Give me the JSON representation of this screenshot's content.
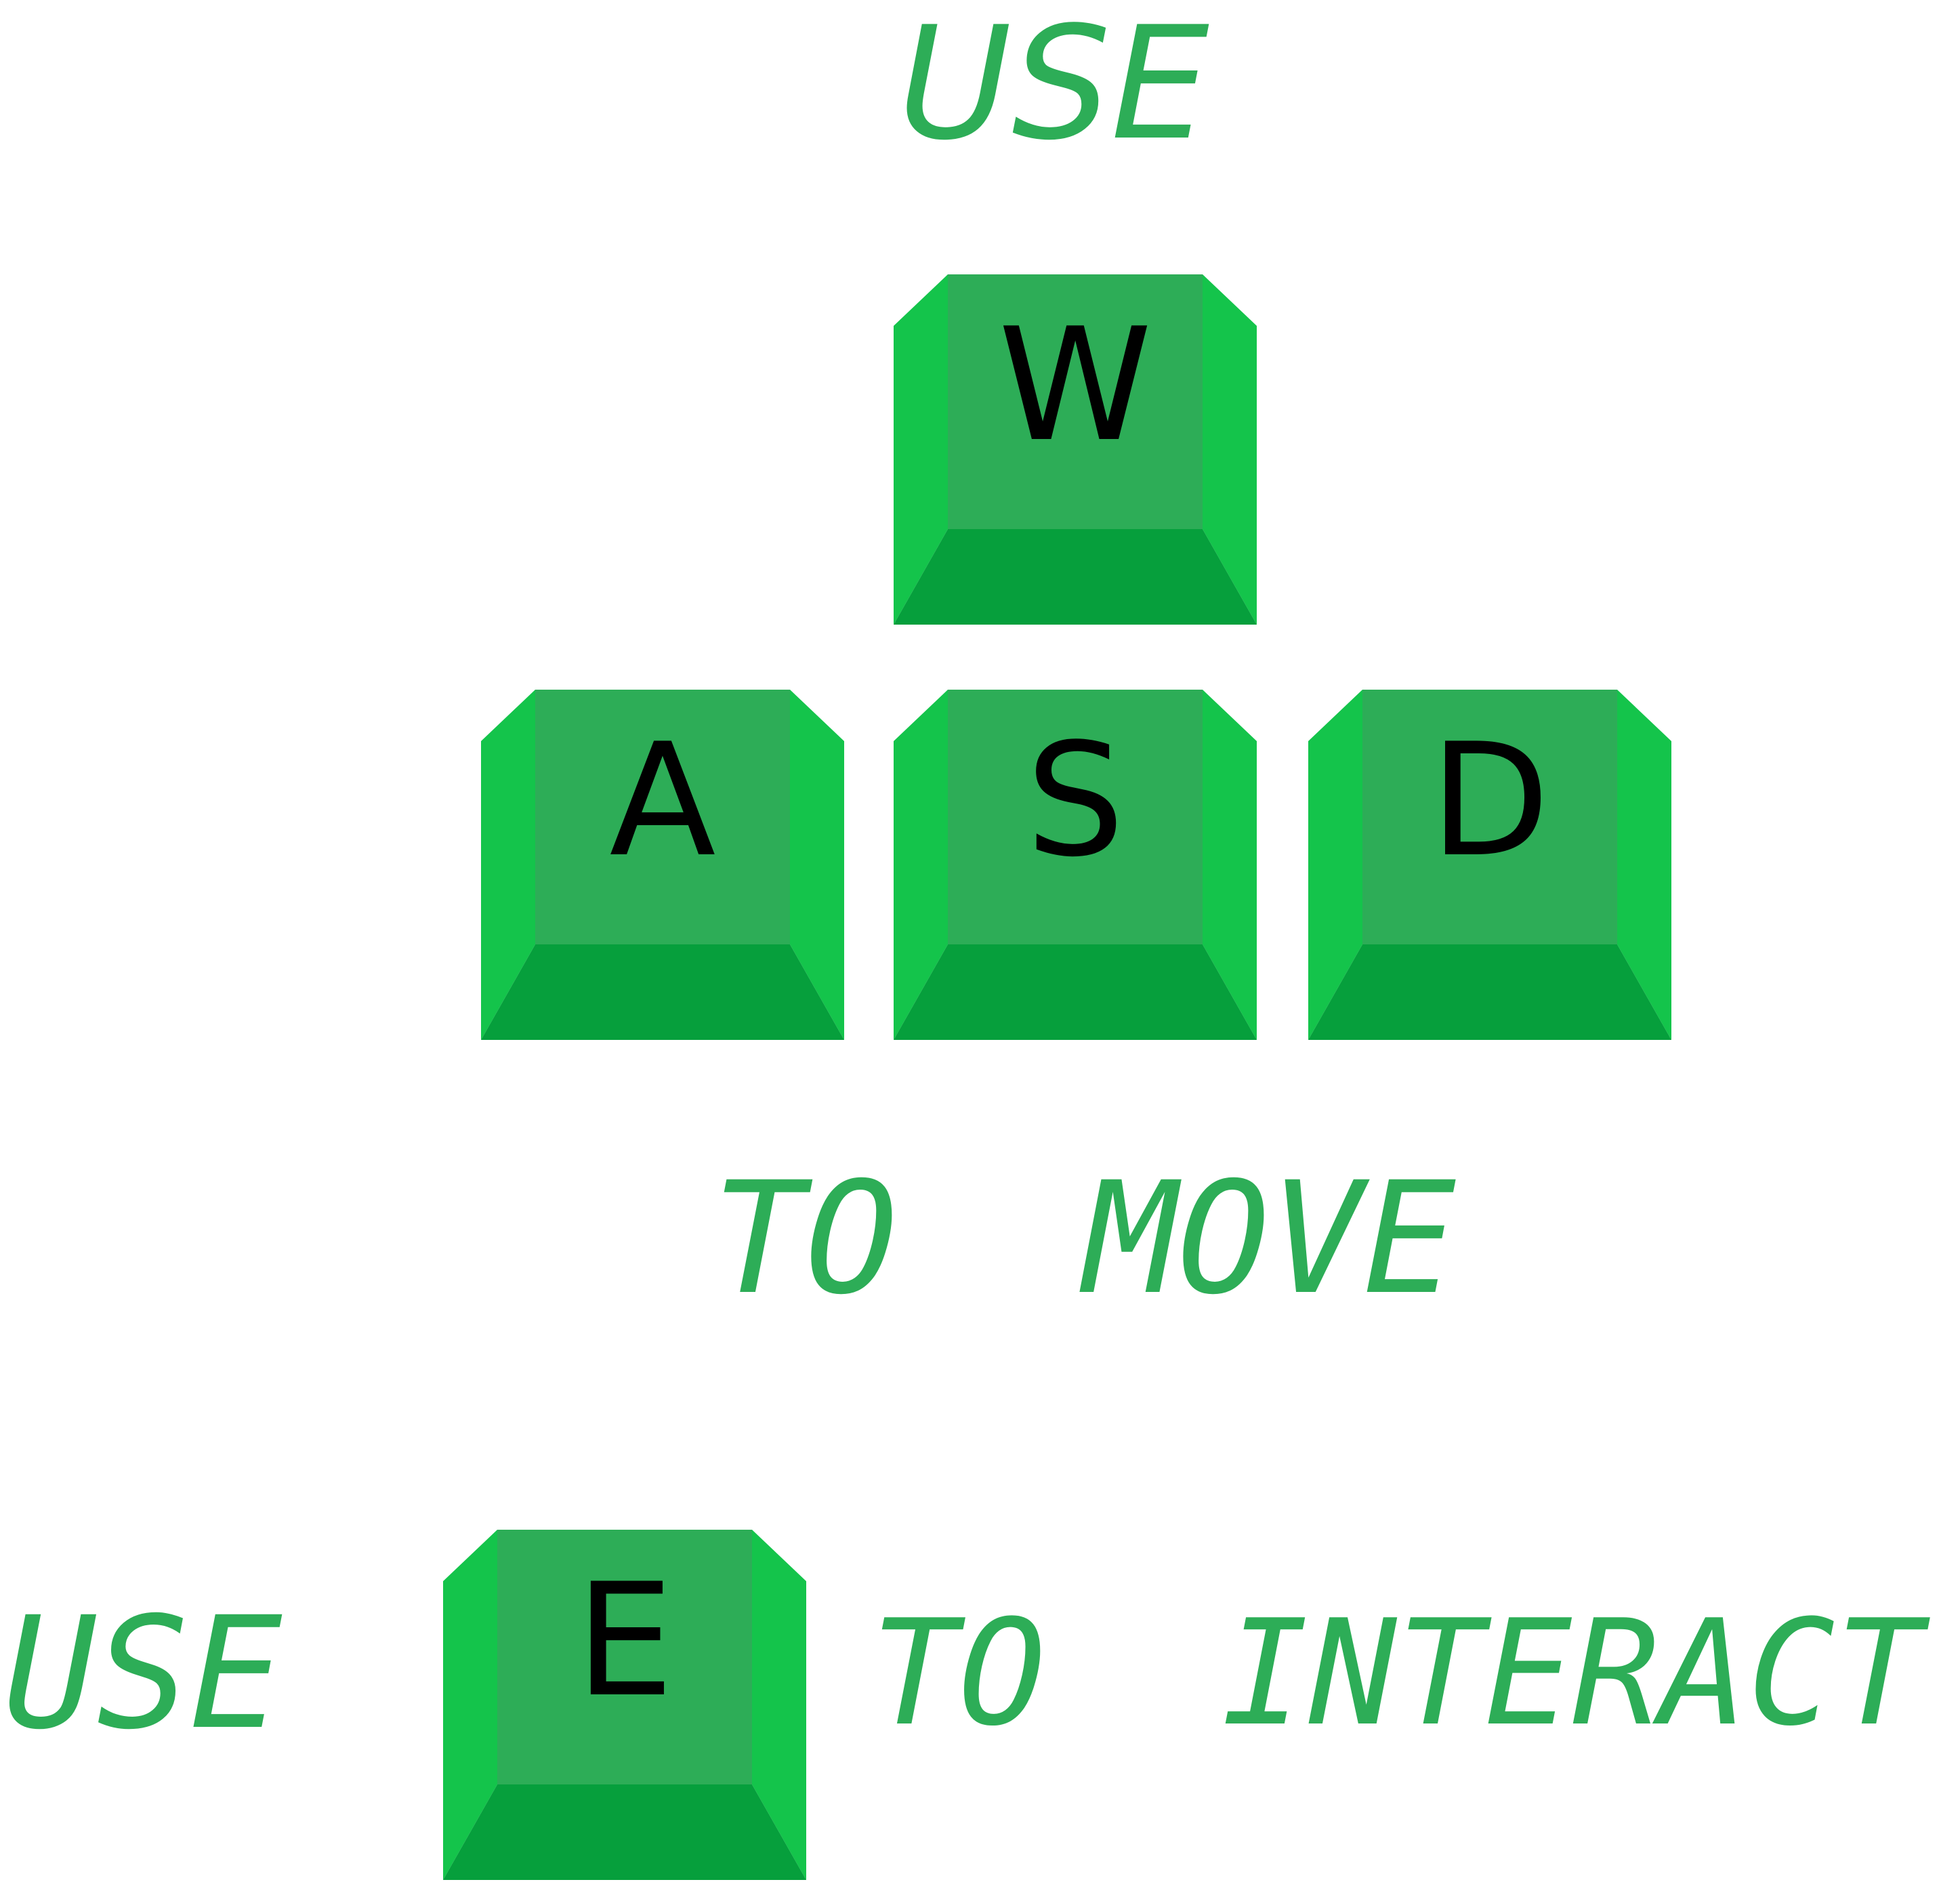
{
  "colors": {
    "text": "#2DAD57",
    "key_top": "#2DAD57",
    "key_side": "#14C44B",
    "key_bottom": "#069F3C",
    "letter": "#000000"
  },
  "movement": {
    "prefix": "USE",
    "suffix": "TO  MOVE",
    "keys": {
      "up": "W",
      "left": "A",
      "down": "S",
      "right": "D"
    }
  },
  "interact": {
    "prefix": "USE",
    "key": "E",
    "suffix": "TO  INTERACT"
  }
}
